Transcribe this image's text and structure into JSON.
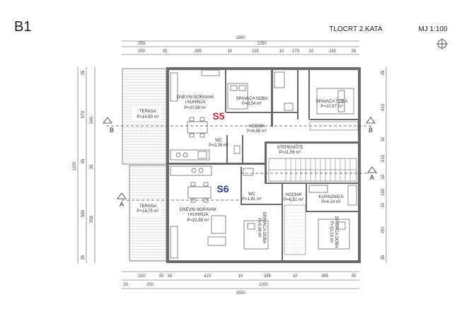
{
  "header": {
    "building": "B1",
    "title": "TLOCRT 2.KATA",
    "scale": "MJ 1:100"
  },
  "units": {
    "s5": {
      "code": "S5",
      "color": "#c0272d",
      "rooms": {
        "living": {
          "name_line1": "DNEVNI BORAVAK",
          "name_line2": "I KUHINJA",
          "area": "P=20,98 m²"
        },
        "bedroom1": {
          "name": "SPAVAĆA SOBA",
          "area": "P=9,54 m²"
        },
        "bedroom2": {
          "name": "SPAVAĆA SOBA",
          "area": "P=10,97 m²"
        },
        "hall": {
          "name": "HODNIK",
          "area": "P=6,58 m²"
        },
        "wc": {
          "name": "WC",
          "area": "P=2,26 m²"
        },
        "terrace": {
          "name": "TERASA",
          "area": "P=14,50 m²"
        }
      }
    },
    "s6": {
      "code": "S6",
      "color": "#2b3990",
      "rooms": {
        "living": {
          "name_line1": "DNEVNI BORAVAK",
          "name_line2": "I KUHINJA",
          "area": "P=22,88 m²"
        },
        "bedroom1": {
          "name": "SPAVAĆA SOBA",
          "area": "P=9,54 m²"
        },
        "bedroom2": {
          "name": "SPAVAĆA SOBA",
          "area": "P=10,10 m²"
        },
        "hall": {
          "name": "HODNIK",
          "area": "P=6,51 m²"
        },
        "wc": {
          "name": "WC",
          "area": "P=1,61 m²"
        },
        "bathroom": {
          "name": "KUPAONICA",
          "area": "P=4,14 m²"
        },
        "terrace": {
          "name": "TERASA",
          "area": "P=14,75 m²"
        }
      }
    },
    "staircase": {
      "name": "STEPENIŠTE",
      "area": "P=11,56 m²"
    }
  },
  "sections": {
    "b": "B",
    "a": "A"
  },
  "dimensions": {
    "top_total": "1500",
    "top_mid": "1250",
    "top_row1": [
      "250",
      "1250"
    ],
    "top_row2": [
      "250",
      "35",
      "385",
      "10",
      "325",
      "10",
      "175",
      "10",
      "265",
      "35"
    ],
    "bottom_row1": [
      "250",
      "35",
      "35",
      "410",
      "10",
      "335",
      "10",
      "365",
      "35"
    ],
    "bottom_row2": [
      "50",
      "250",
      "1200"
    ],
    "bottom_total": "1500",
    "left_total": "1205",
    "left_row": [
      "35",
      "570",
      "545",
      "45",
      "35",
      "590",
      "555",
      "35"
    ],
    "right_row": [
      "35",
      "410",
      "32",
      "210",
      "32",
      "150",
      "10",
      "291",
      "35"
    ]
  }
}
